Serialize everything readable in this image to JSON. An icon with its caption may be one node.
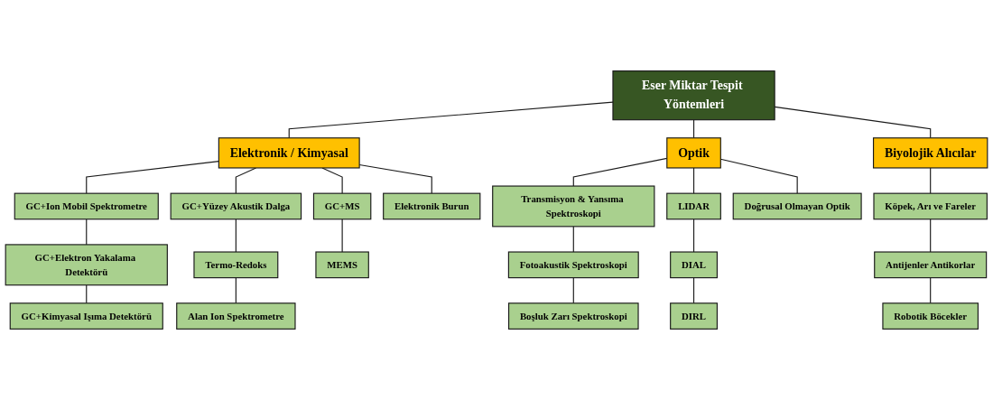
{
  "diagram": {
    "nodes": [
      {
        "text": [
          "Eser Miktar Tespit Yöntemleri"
        ]
      },
      {
        "text": [
          "Elektronik / Kimyasal"
        ]
      },
      {
        "text": [
          "Optik"
        ]
      },
      {
        "text": [
          "Biyolojik Alıcılar"
        ]
      },
      {
        "text": [
          "GC+Ion Mobil Spektrometre"
        ]
      },
      {
        "text": [
          "GC+Yüzey Akustik Dalga"
        ]
      },
      {
        "text": [
          "GC+MS"
        ]
      },
      {
        "text": [
          "GC+Elektron Yakalama Detektörü"
        ]
      },
      {
        "text": [
          "Termo-Redoks"
        ]
      },
      {
        "text": [
          "MEMS"
        ]
      },
      {
        "text": [
          "GC+Kimyasal Işıma Detektörü"
        ]
      },
      {
        "text": [
          "Alan Ion Spektrometre"
        ]
      },
      {
        "text": [
          "Elektronik Burun"
        ]
      },
      {
        "text": [
          "Transmisyon & Yansıma Spektroskopi"
        ]
      },
      {
        "text": [
          "LIDAR"
        ]
      },
      {
        "text": [
          "Doğrusal Olmayan Optik"
        ]
      },
      {
        "text": [
          "DIAL"
        ]
      },
      {
        "text": [
          "Fotoakustik Spektroskopi"
        ]
      },
      {
        "text": [
          "DIRL"
        ]
      },
      {
        "text": [
          "Boşluk Zarı Spektroskopi"
        ]
      },
      {
        "text": [
          "Köpek, Arı ve Fareler"
        ]
      },
      {
        "text": [
          "Antijenler Antikorlar"
        ]
      },
      {
        "text": [
          "Robotik Böcekler"
        ]
      }
    ],
    "edges": [
      {
        "from": 0,
        "to": 1,
        "arrow": "none"
      },
      {
        "from": 0,
        "to": 2,
        "arrow": "none"
      },
      {
        "from": 0,
        "to": 3,
        "arrow": "none"
      },
      {
        "from": 1,
        "to": 4,
        "arrow": "none"
      },
      {
        "from": 1,
        "to": 5,
        "arrow": "none"
      },
      {
        "from": 1,
        "to": 6,
        "arrow": "none"
      },
      {
        "from": 1,
        "to": 12,
        "arrow": "none"
      },
      {
        "from": 4,
        "to": 7,
        "arrow": "none"
      },
      {
        "from": 7,
        "to": 10,
        "arrow": "none"
      },
      {
        "from": 5,
        "to": 8,
        "arrow": "none"
      },
      {
        "from": 8,
        "to": 11,
        "arrow": "none"
      },
      {
        "from": 6,
        "to": 9,
        "arrow": "none"
      },
      {
        "from": 2,
        "to": 13,
        "arrow": "none"
      },
      {
        "from": 2,
        "to": 14,
        "arrow": "none"
      },
      {
        "from": 2,
        "to": 15,
        "arrow": "none"
      },
      {
        "from": 13,
        "to": 17,
        "arrow": "none"
      },
      {
        "from": 17,
        "to": 19,
        "arrow": "none"
      },
      {
        "from": 14,
        "to": 16,
        "arrow": "none"
      },
      {
        "from": 16,
        "to": 18,
        "arrow": "none"
      },
      {
        "from": 3,
        "to": 20,
        "arrow": "none"
      },
      {
        "from": 20,
        "to": 21,
        "arrow": "none"
      },
      {
        "from": 21,
        "to": 22,
        "arrow": "none"
      }
    ]
  }
}
